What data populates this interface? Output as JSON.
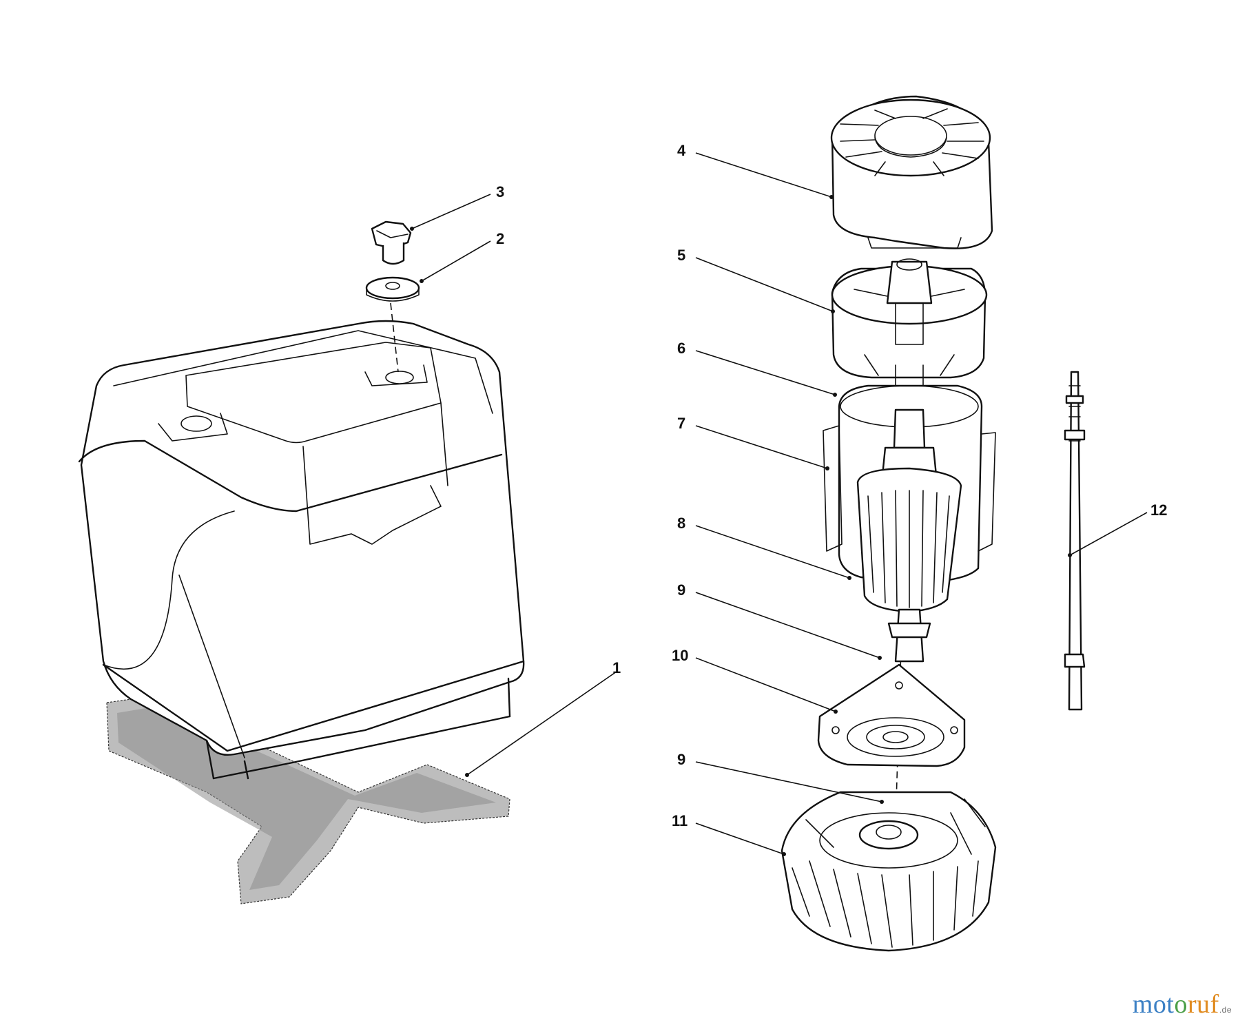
{
  "callouts": [
    {
      "id": "1",
      "label": "1"
    },
    {
      "id": "2",
      "label": "2"
    },
    {
      "id": "3",
      "label": "3"
    },
    {
      "id": "4",
      "label": "4"
    },
    {
      "id": "5",
      "label": "5"
    },
    {
      "id": "6",
      "label": "6"
    },
    {
      "id": "7",
      "label": "7"
    },
    {
      "id": "8",
      "label": "8"
    },
    {
      "id": "9a",
      "label": "9"
    },
    {
      "id": "10",
      "label": "10"
    },
    {
      "id": "9b",
      "label": "9"
    },
    {
      "id": "11",
      "label": "11"
    },
    {
      "id": "12",
      "label": "12"
    }
  ],
  "watermark": {
    "part1": "mot",
    "part2": "o",
    "part3": "ruf",
    "suffix": ".de"
  }
}
